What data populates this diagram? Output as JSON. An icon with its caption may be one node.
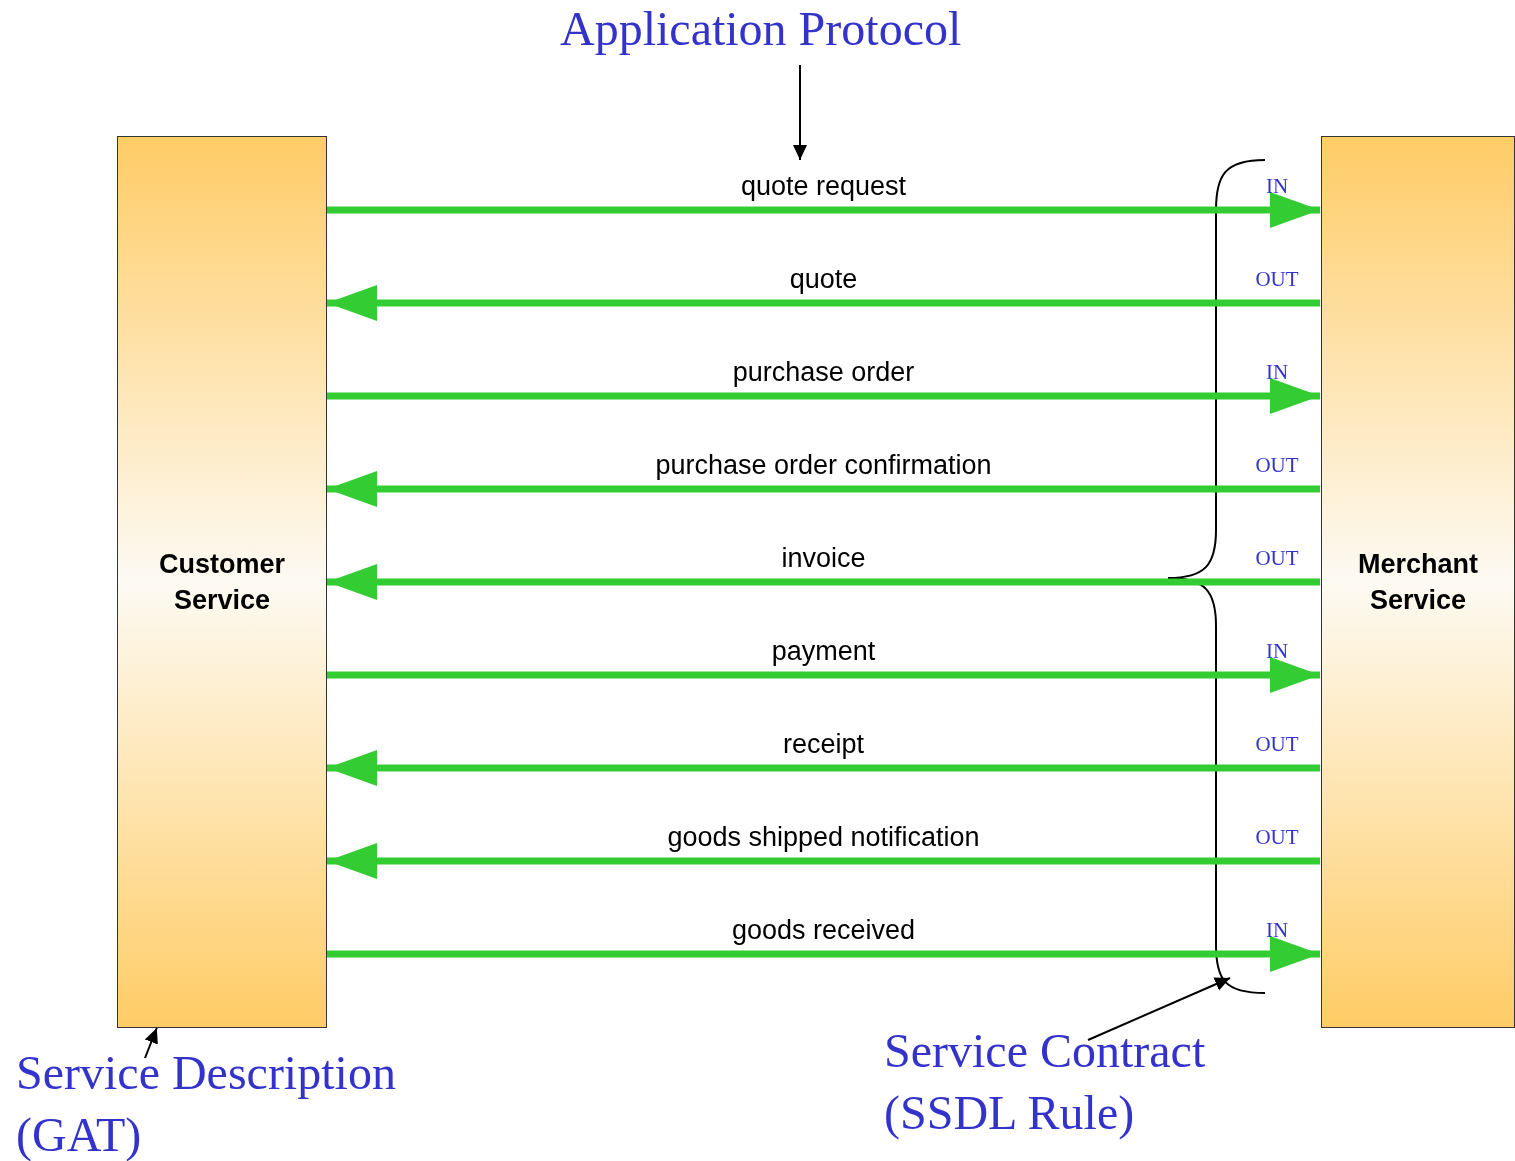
{
  "diagram": {
    "nodes": [
      {
        "text": [
          "Customer Service"
        ]
      },
      {
        "text": [
          "Merchant Service"
        ]
      },
      {
        "text": [
          "Application Protocol"
        ]
      },
      {
        "text": [
          "Service Description (GAT)"
        ]
      },
      {
        "text": [
          "Service Contract (SSDL Rule)"
        ]
      }
    ],
    "edges": [
      {
        "from": 0,
        "to": 1,
        "arrow": "to",
        "label": "quote request"
      },
      {
        "from": 1,
        "to": 0,
        "arrow": "to",
        "label": "quote"
      },
      {
        "from": 0,
        "to": 1,
        "arrow": "to",
        "label": "purchase order"
      },
      {
        "from": 1,
        "to": 0,
        "arrow": "to",
        "label": "purchase order confirmation"
      },
      {
        "from": 1,
        "to": 0,
        "arrow": "to",
        "label": "invoice"
      },
      {
        "from": 0,
        "to": 1,
        "arrow": "to",
        "label": "payment"
      },
      {
        "from": 1,
        "to": 0,
        "arrow": "to",
        "label": "receipt"
      },
      {
        "from": 1,
        "to": 0,
        "arrow": "to",
        "label": "goods shipped notification"
      },
      {
        "from": 0,
        "to": 1,
        "arrow": "to",
        "label": "goods received"
      },
      {
        "from": 2,
        "to": null,
        "arrow": "to",
        "color": "#000000"
      },
      {
        "from": 3,
        "to": 0,
        "arrow": "to",
        "color": "#000000"
      },
      {
        "from": 4,
        "to": null,
        "arrow": "to",
        "color": "#000000"
      }
    ],
    "labels": [
      "IN",
      "OUT",
      "IN",
      "OUT",
      "OUT",
      "IN",
      "OUT",
      "OUT",
      "IN"
    ]
  }
}
